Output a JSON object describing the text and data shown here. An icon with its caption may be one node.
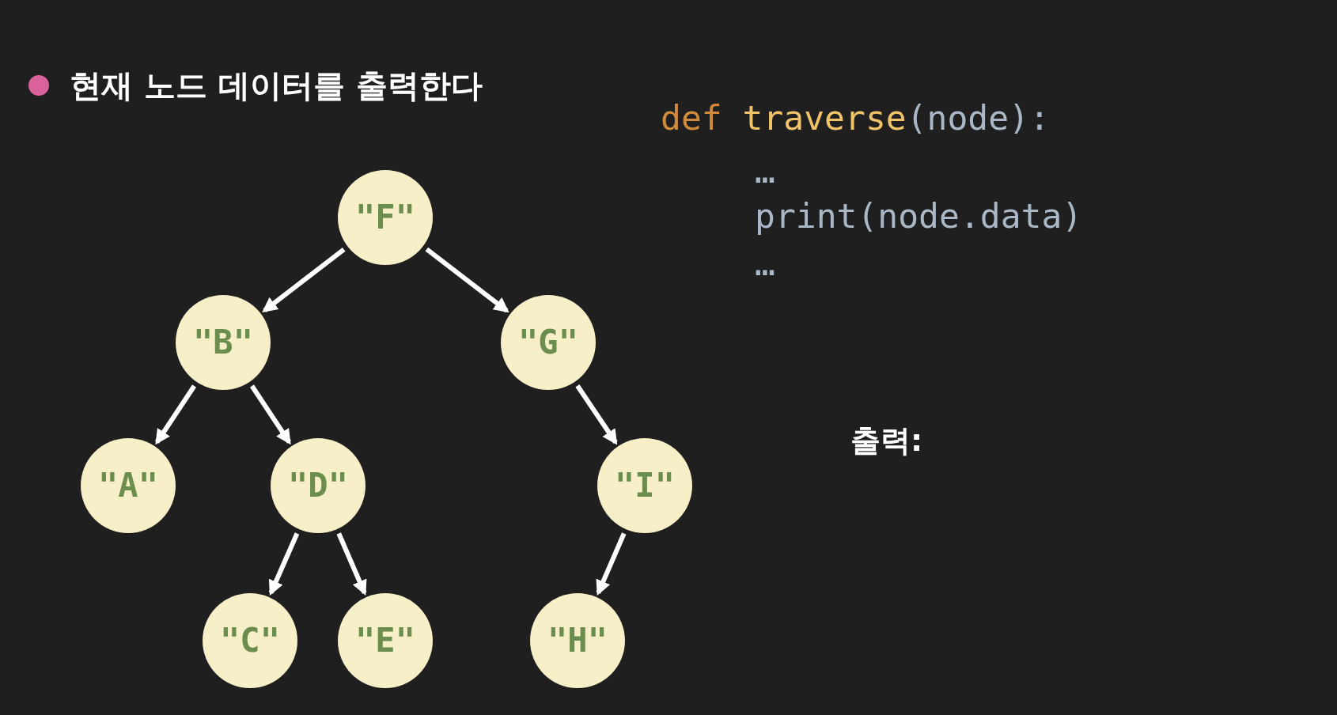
{
  "diagram": {
    "title": "현재 노드 데이터를 출력한다",
    "nodes": [
      {
        "text": [
          "\"F\""
        ]
      },
      {
        "text": [
          "\"B\""
        ]
      },
      {
        "text": [
          "\"G\""
        ]
      },
      {
        "text": [
          "\"A\""
        ]
      },
      {
        "text": [
          "\"D\""
        ]
      },
      {
        "text": [
          "\"I\""
        ]
      },
      {
        "text": [
          "\"C\""
        ]
      },
      {
        "text": [
          "\"E\""
        ]
      },
      {
        "text": [
          "\"H\""
        ]
      }
    ],
    "edges": [
      {
        "from": 0,
        "to": 1,
        "arrow": "to"
      },
      {
        "from": 0,
        "to": 2,
        "arrow": "to"
      },
      {
        "from": 1,
        "to": 3,
        "arrow": "to"
      },
      {
        "from": 1,
        "to": 4,
        "arrow": "to"
      },
      {
        "from": 2,
        "to": 5,
        "arrow": "to"
      },
      {
        "from": 4,
        "to": 6,
        "arrow": "to"
      },
      {
        "from": 4,
        "to": 7,
        "arrow": "to"
      },
      {
        "from": 5,
        "to": 8,
        "arrow": "to"
      }
    ],
    "labels": [
      "def traverse(node):",
      "…",
      "print(node.data)",
      "…",
      "출력:"
    ]
  }
}
